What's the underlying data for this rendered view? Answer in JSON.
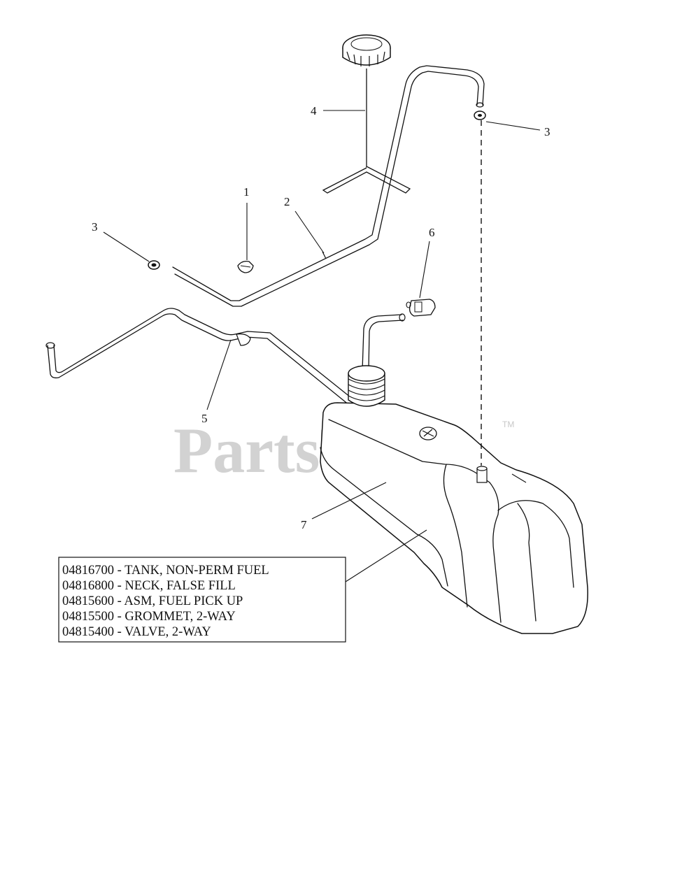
{
  "callouts": {
    "c1": "1",
    "c2": "2",
    "c3_right": "3",
    "c3_left": "3",
    "c4": "4",
    "c5": "5",
    "c6": "6",
    "c7": "7"
  },
  "watermark": {
    "text": "PartsTree",
    "tm": "TM"
  },
  "legend": {
    "lines": [
      "04816700 - TANK, NON-PERM FUEL",
      "04816800 - NECK, FALSE FILL",
      "04815600 - ASM, FUEL PICK UP",
      "04815500 - GROMMET, 2-WAY",
      "04815400 - VALVE, 2-WAY"
    ]
  }
}
